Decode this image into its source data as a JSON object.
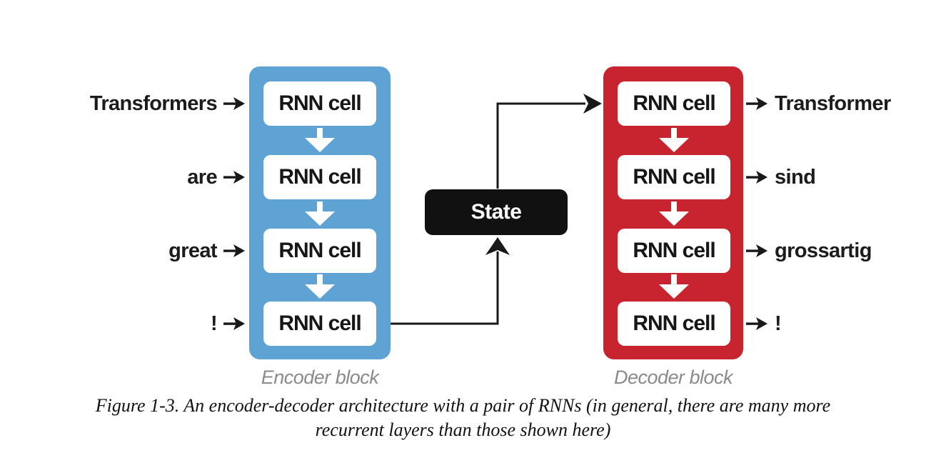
{
  "figure": {
    "caption_line1": "Figure 1-3. An encoder-decoder architecture with a pair of RNNs (in general, there are many more",
    "caption_line2": "recurrent layers than those shown here)"
  },
  "diagram": {
    "encoder": {
      "label": "Encoder block",
      "color": "#5EA3D3",
      "inputs": [
        "Transformers",
        "are",
        "great",
        "!"
      ],
      "cells": [
        "RNN cell",
        "RNN cell",
        "RNN cell",
        "RNN cell"
      ]
    },
    "state": {
      "label": "State",
      "color": "#111111"
    },
    "decoder": {
      "label": "Decoder block",
      "color": "#C8242F",
      "outputs": [
        "Transformer",
        "sind",
        "grossartig",
        "!"
      ],
      "cells": [
        "RNN cell",
        "RNN cell",
        "RNN cell",
        "RNN cell"
      ]
    },
    "line_color": "#191919",
    "label_color": "#8A8A8A"
  }
}
